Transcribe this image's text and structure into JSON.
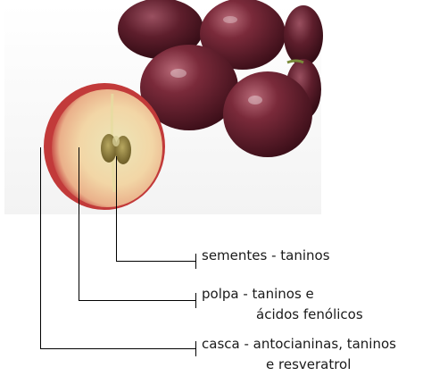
{
  "labels": {
    "sementes": "sementes - taninos",
    "polpa_line1": "polpa - taninos e",
    "polpa_line2": "ácidos fenólicos",
    "casca_line1": "casca - antocianinas, taninos",
    "casca_line2": "e resveratrol"
  },
  "colors": {
    "grape_dark": "#4a1420",
    "grape_mid": "#7a2a3a",
    "grape_light": "#a85a66",
    "skin_red": "#c23a3a",
    "flesh": "#f0d8a8",
    "flesh_center": "#e8e0b0",
    "seed": "#8a7a3a",
    "leader_line": "#000000"
  }
}
